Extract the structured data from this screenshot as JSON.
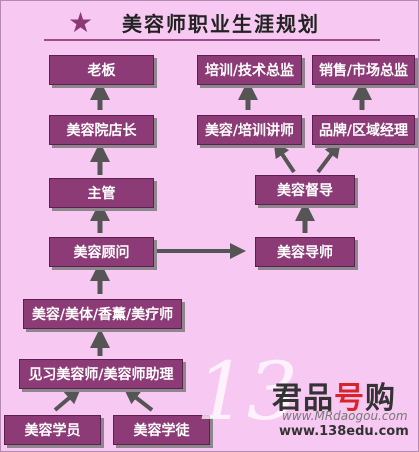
{
  "title": "美容师职业生涯规划",
  "nodes": {
    "boss": "老板",
    "store_manager": "美容院店长",
    "supervisor": "主管",
    "consultant": "美容顾问",
    "specialists": "美容/美体/香薰/美疗师",
    "apprentice_assistant": "见习美容师/美容师助理",
    "beauty_student": "美容学员",
    "beauty_apprentice": "美容学徒",
    "beauty_guide": "美容导师",
    "beauty_director": "美容督导",
    "training_lecturer": "美容/培训讲师",
    "brand_region_manager": "品牌/区域经理",
    "training_tech_director": "培训/技术总监",
    "sales_market_director": "销售/市场总监"
  },
  "watermark": {
    "logo": "13",
    "brand_a": "君品",
    "brand_b": "号",
    "brand_c": "购",
    "url_small": "www.MRdaogou.com",
    "url": "www.138edu.com"
  },
  "colors": {
    "background": "#f7c9f2",
    "node_fill": "#8d3b77",
    "arrow": "#555555",
    "title_star": "#8b3a75"
  }
}
